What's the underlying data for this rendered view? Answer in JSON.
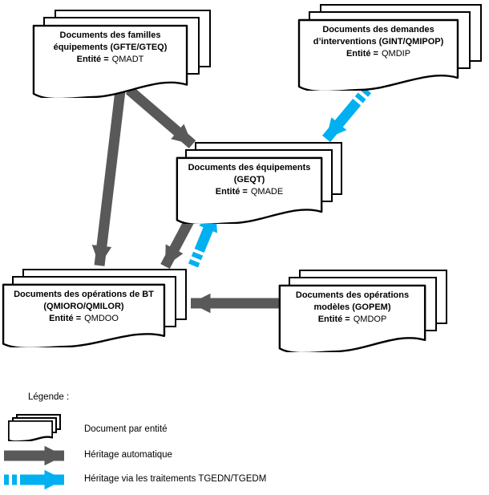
{
  "diagram": {
    "boxes": [
      {
        "id": "familles",
        "line1": "Documents des familles",
        "line2": "équipements (GFTE/GTEQ)",
        "entity_label": "Entité =",
        "entity_value": "QMADT"
      },
      {
        "id": "demandes",
        "line1": "Documents des demandes",
        "line2": "d’interventions (GINT/QMIPOP)",
        "entity_label": "Entité =",
        "entity_value": "QMDIP"
      },
      {
        "id": "equipements",
        "line1": "Documents des équipements",
        "line2": "(GEQT)",
        "entity_label": "Entité =",
        "entity_value": "QMADE"
      },
      {
        "id": "operations_bt",
        "line1": "Documents des opérations de BT",
        "line2": "(QMIORO/QMILOR)",
        "entity_label": "Entité =",
        "entity_value": "QMDOO"
      },
      {
        "id": "operations_modeles",
        "line1": "Documents des opérations",
        "line2": "modèles (GOPEM)",
        "entity_label": "Entité =",
        "entity_value": "QMDOP"
      }
    ],
    "arrows": [
      {
        "from": "familles",
        "to": "operations_bt",
        "type": "heritage_automatique"
      },
      {
        "from": "familles",
        "to": "equipements",
        "type": "heritage_automatique"
      },
      {
        "from": "demandes",
        "to": "equipements",
        "type": "heritage_traitements"
      },
      {
        "from": "equipements",
        "to": "operations_bt",
        "type": "heritage_automatique"
      },
      {
        "from": "operations_bt",
        "to": "equipements",
        "type": "heritage_traitements"
      },
      {
        "from": "operations_modeles",
        "to": "operations_bt",
        "type": "heritage_automatique"
      }
    ]
  },
  "legend": {
    "title": "Légende :",
    "items": [
      {
        "symbol": "document-stack",
        "label": "Document par entité"
      },
      {
        "symbol": "gray-arrow",
        "label": "Héritage automatique"
      },
      {
        "symbol": "blue-arrow",
        "label": "Héritage via les traitements  TGEDN/TGEDM"
      }
    ]
  },
  "colors": {
    "heritage_automatique": "#595959",
    "heritage_traitements": "#00B0F0",
    "sheet_border": "#000000"
  }
}
